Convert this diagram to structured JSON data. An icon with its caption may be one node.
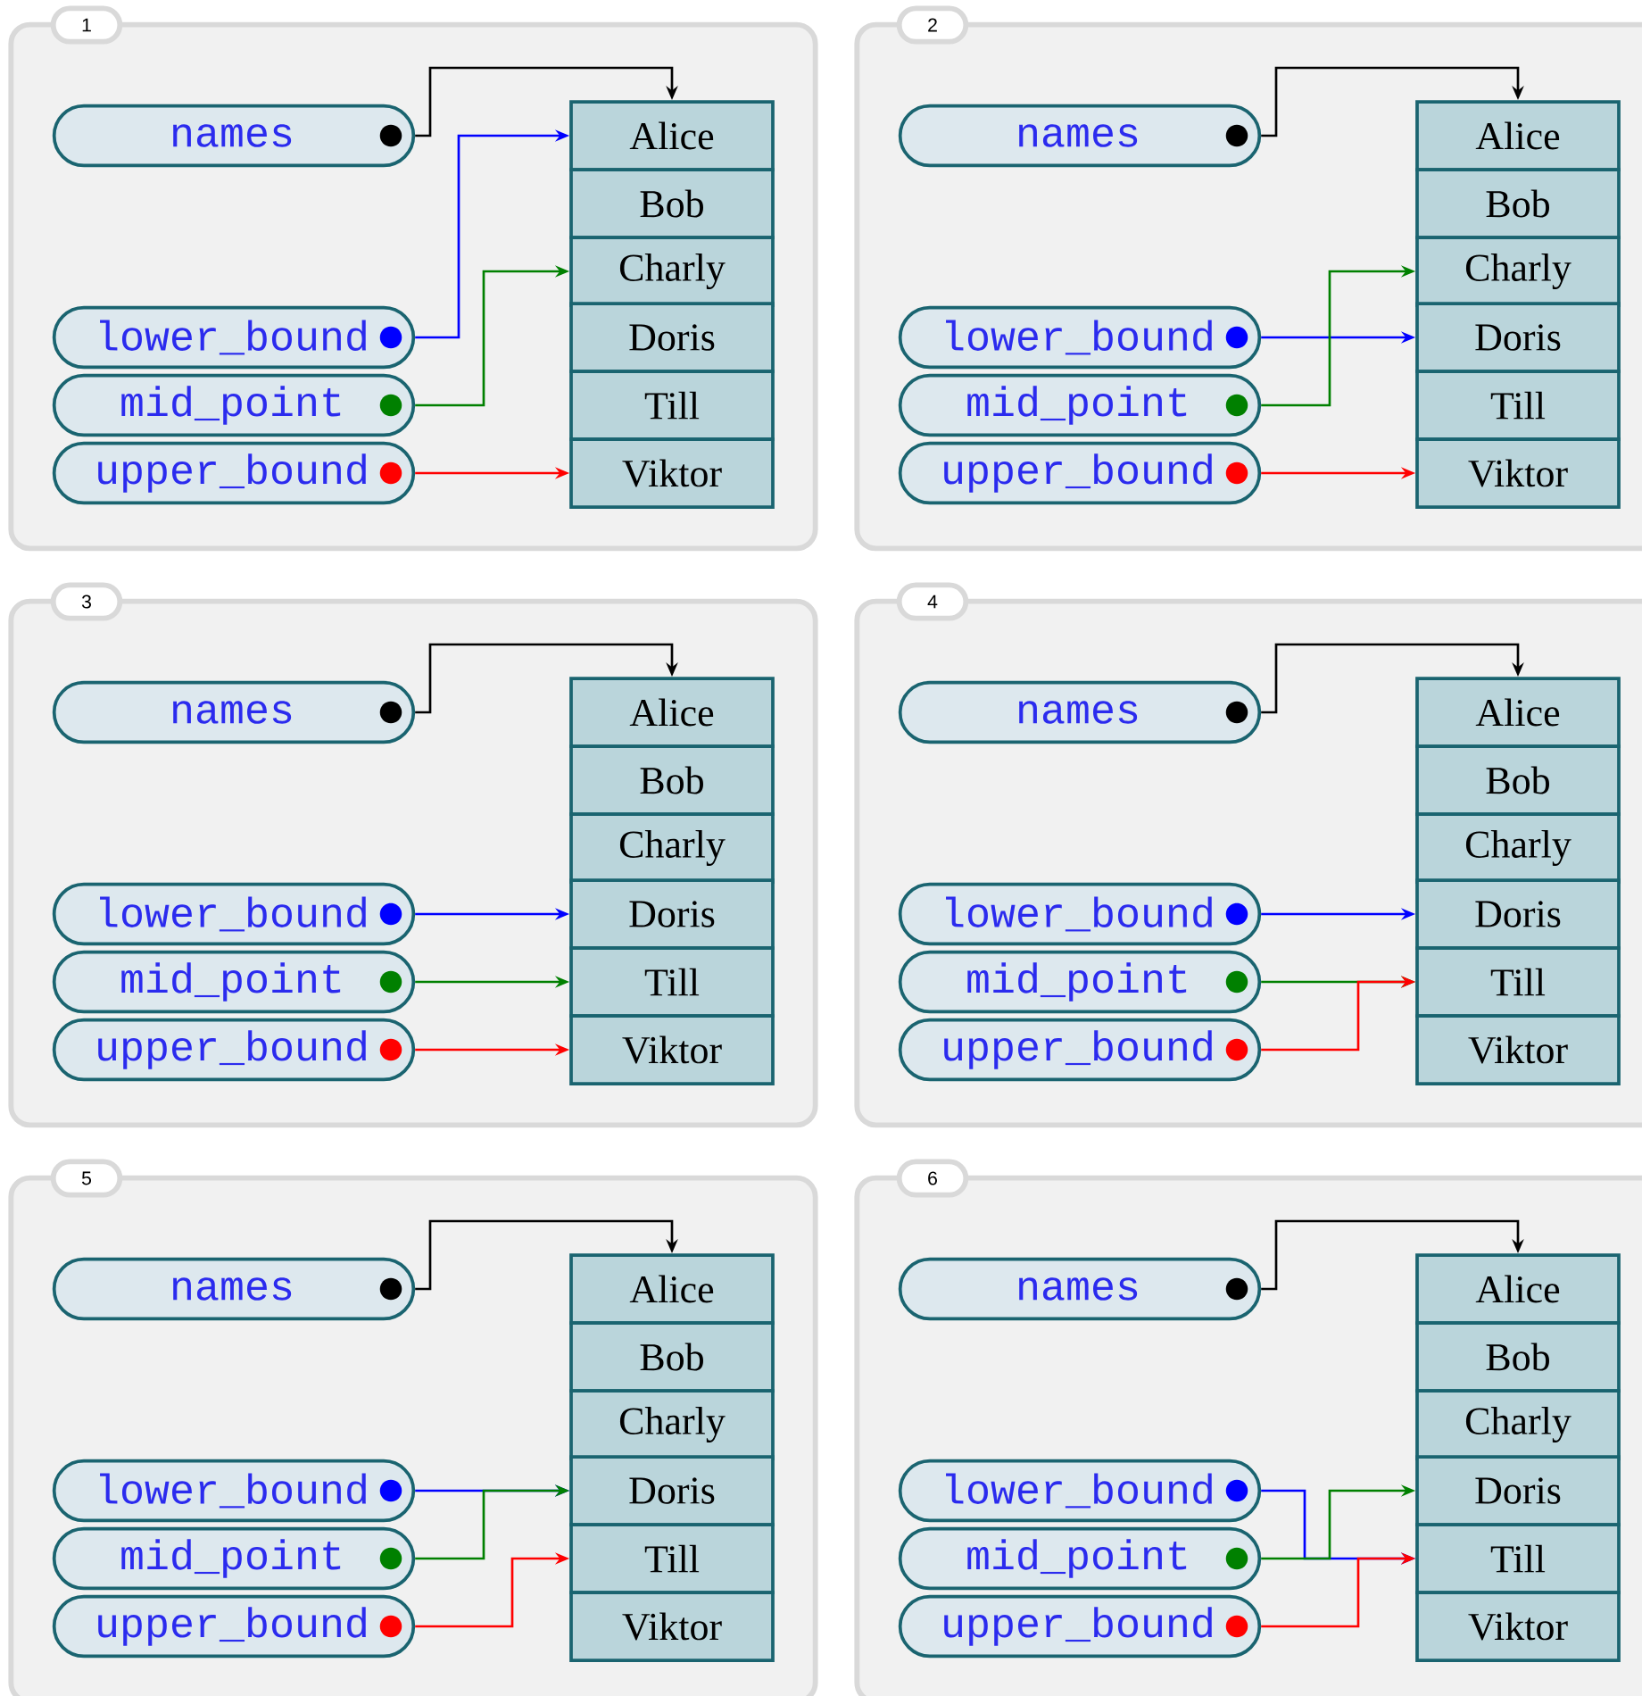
{
  "diagram": {
    "nodes": [
      {
        "text": [
          "1"
        ]
      },
      {
        "text": [
          "names"
        ],
        "in": 0
      },
      {
        "text": [
          "lower_bound"
        ],
        "in": 0
      },
      {
        "text": [
          "mid_point"
        ],
        "in": 0
      },
      {
        "text": [
          "upper_bound"
        ],
        "in": 0
      },
      {
        "text": [
          "Alice"
        ],
        "in": 0
      },
      {
        "text": [
          "Bob"
        ],
        "in": 0
      },
      {
        "text": [
          "Charly"
        ],
        "in": 0
      },
      {
        "text": [
          "Doris"
        ],
        "in": 0
      },
      {
        "text": [
          "Till"
        ],
        "in": 0
      },
      {
        "text": [
          "Viktor"
        ],
        "in": 0
      },
      {
        "text": [
          "2"
        ]
      },
      {
        "text": [
          "names"
        ],
        "in": 11
      },
      {
        "text": [
          "lower_bound"
        ],
        "in": 11
      },
      {
        "text": [
          "mid_point"
        ],
        "in": 11
      },
      {
        "text": [
          "upper_bound"
        ],
        "in": 11
      },
      {
        "text": [
          "Alice"
        ],
        "in": 11
      },
      {
        "text": [
          "Bob"
        ],
        "in": 11
      },
      {
        "text": [
          "Charly"
        ],
        "in": 11
      },
      {
        "text": [
          "Doris"
        ],
        "in": 11
      },
      {
        "text": [
          "Till"
        ],
        "in": 11
      },
      {
        "text": [
          "Viktor"
        ],
        "in": 11
      },
      {
        "text": [
          "3"
        ]
      },
      {
        "text": [
          "names"
        ],
        "in": 22
      },
      {
        "text": [
          "lower_bound"
        ],
        "in": 22
      },
      {
        "text": [
          "mid_point"
        ],
        "in": 22
      },
      {
        "text": [
          "upper_bound"
        ],
        "in": 22
      },
      {
        "text": [
          "Alice"
        ],
        "in": 22
      },
      {
        "text": [
          "Bob"
        ],
        "in": 22
      },
      {
        "text": [
          "Charly"
        ],
        "in": 22
      },
      {
        "text": [
          "Doris"
        ],
        "in": 22
      },
      {
        "text": [
          "Till"
        ],
        "in": 22
      },
      {
        "text": [
          "Viktor"
        ],
        "in": 22
      },
      {
        "text": [
          "4"
        ]
      },
      {
        "text": [
          "names"
        ],
        "in": 33
      },
      {
        "text": [
          "lower_bound"
        ],
        "in": 33
      },
      {
        "text": [
          "mid_point"
        ],
        "in": 33
      },
      {
        "text": [
          "upper_bound"
        ],
        "in": 33
      },
      {
        "text": [
          "Alice"
        ],
        "in": 33
      },
      {
        "text": [
          "Bob"
        ],
        "in": 33
      },
      {
        "text": [
          "Charly"
        ],
        "in": 33
      },
      {
        "text": [
          "Doris"
        ],
        "in": 33
      },
      {
        "text": [
          "Till"
        ],
        "in": 33
      },
      {
        "text": [
          "Viktor"
        ],
        "in": 33
      },
      {
        "text": [
          "5"
        ]
      },
      {
        "text": [
          "names"
        ],
        "in": 44
      },
      {
        "text": [
          "lower_bound"
        ],
        "in": 44
      },
      {
        "text": [
          "mid_point"
        ],
        "in": 44
      },
      {
        "text": [
          "upper_bound"
        ],
        "in": 44
      },
      {
        "text": [
          "Alice"
        ],
        "in": 44
      },
      {
        "text": [
          "Bob"
        ],
        "in": 44
      },
      {
        "text": [
          "Charly"
        ],
        "in": 44
      },
      {
        "text": [
          "Doris"
        ],
        "in": 44
      },
      {
        "text": [
          "Till"
        ],
        "in": 44
      },
      {
        "text": [
          "Viktor"
        ],
        "in": 44
      },
      {
        "text": [
          "6"
        ]
      },
      {
        "text": [
          "names"
        ],
        "in": 55
      },
      {
        "text": [
          "lower_bound"
        ],
        "in": 55
      },
      {
        "text": [
          "mid_point"
        ],
        "in": 55
      },
      {
        "text": [
          "upper_bound"
        ],
        "in": 55
      },
      {
        "text": [
          "Alice"
        ],
        "in": 55
      },
      {
        "text": [
          "Bob"
        ],
        "in": 55
      },
      {
        "text": [
          "Charly"
        ],
        "in": 55
      },
      {
        "text": [
          "Doris"
        ],
        "in": 55
      },
      {
        "text": [
          "Till"
        ],
        "in": 55
      },
      {
        "text": [
          "Viktor"
        ],
        "in": 55
      }
    ],
    "edges": [
      {
        "from": 1,
        "to": 5,
        "arrow": "to",
        "color": "#000000"
      },
      {
        "from": 2,
        "to": 5,
        "arrow": "to",
        "color": "#0000ff"
      },
      {
        "from": 3,
        "to": 7,
        "arrow": "to",
        "color": "#008000"
      },
      {
        "from": 4,
        "to": 10,
        "arrow": "to",
        "color": "#ff0000"
      },
      {
        "from": 12,
        "to": 16,
        "arrow": "to",
        "color": "#000000"
      },
      {
        "from": 13,
        "to": 19,
        "arrow": "to",
        "color": "#0000ff"
      },
      {
        "from": 14,
        "to": 18,
        "arrow": "to",
        "color": "#008000"
      },
      {
        "from": 15,
        "to": 21,
        "arrow": "to",
        "color": "#ff0000"
      },
      {
        "from": 23,
        "to": 27,
        "arrow": "to",
        "color": "#000000"
      },
      {
        "from": 24,
        "to": 30,
        "arrow": "to",
        "color": "#0000ff"
      },
      {
        "from": 25,
        "to": 31,
        "arrow": "to",
        "color": "#008000"
      },
      {
        "from": 26,
        "to": 32,
        "arrow": "to",
        "color": "#ff0000"
      },
      {
        "from": 34,
        "to": 38,
        "arrow": "to",
        "color": "#000000"
      },
      {
        "from": 35,
        "to": 41,
        "arrow": "to",
        "color": "#0000ff"
      },
      {
        "from": 36,
        "to": 42,
        "arrow": "to",
        "color": "#008000"
      },
      {
        "from": 37,
        "to": 42,
        "arrow": "to",
        "color": "#ff0000"
      },
      {
        "from": 45,
        "to": 49,
        "arrow": "to",
        "color": "#000000"
      },
      {
        "from": 46,
        "to": 52,
        "arrow": "to",
        "color": "#0000ff"
      },
      {
        "from": 47,
        "to": 52,
        "arrow": "to",
        "color": "#008000"
      },
      {
        "from": 48,
        "to": 53,
        "arrow": "to",
        "color": "#ff0000"
      },
      {
        "from": 56,
        "to": 60,
        "arrow": "to",
        "color": "#000000"
      },
      {
        "from": 57,
        "to": 64,
        "arrow": "to",
        "color": "#0000ff"
      },
      {
        "from": 58,
        "to": 63,
        "arrow": "to",
        "color": "#008000"
      },
      {
        "from": 59,
        "to": 64,
        "arrow": "to",
        "color": "#ff0000"
      }
    ]
  }
}
